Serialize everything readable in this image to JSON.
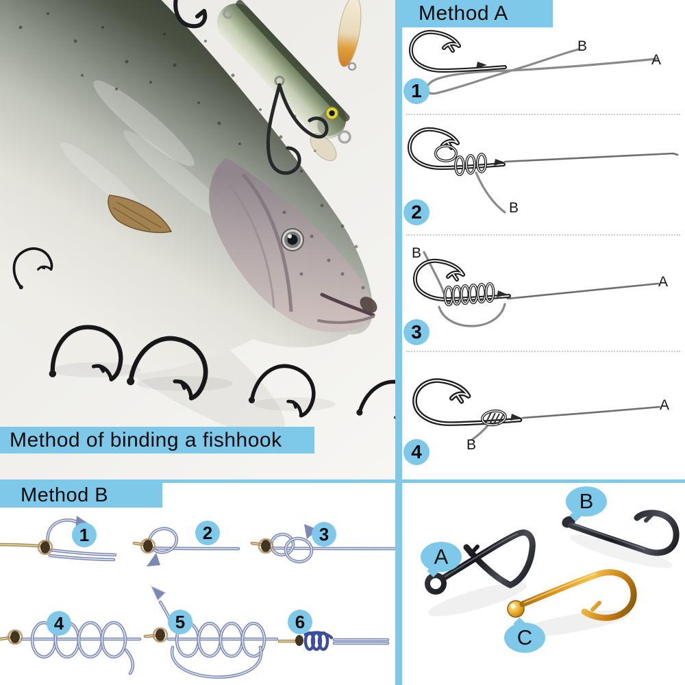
{
  "colors": {
    "accent": "#7ec9ea",
    "diagram_line": "#8a8a8a",
    "method_b_line": "#7b89b4",
    "gold_hook": "#d89018",
    "dark_hook": "#1a1c22"
  },
  "photo_section": {
    "caption": "Method of binding a fishhook"
  },
  "method_a": {
    "title": "Method A",
    "steps": [
      {
        "num": "1",
        "label_b": "B",
        "label_a": "A"
      },
      {
        "num": "2",
        "label_b": "B"
      },
      {
        "num": "3",
        "label_b": "B",
        "label_a": "A"
      },
      {
        "num": "4",
        "label_b": "B",
        "label_a": "A"
      }
    ]
  },
  "method_b": {
    "title": "Method B",
    "steps": [
      {
        "num": "1"
      },
      {
        "num": "2"
      },
      {
        "num": "3"
      },
      {
        "num": "4"
      },
      {
        "num": "5"
      },
      {
        "num": "6"
      }
    ]
  },
  "hook_showcase": {
    "bubbles": [
      {
        "letter": "A"
      },
      {
        "letter": "B"
      },
      {
        "letter": "C"
      }
    ]
  }
}
